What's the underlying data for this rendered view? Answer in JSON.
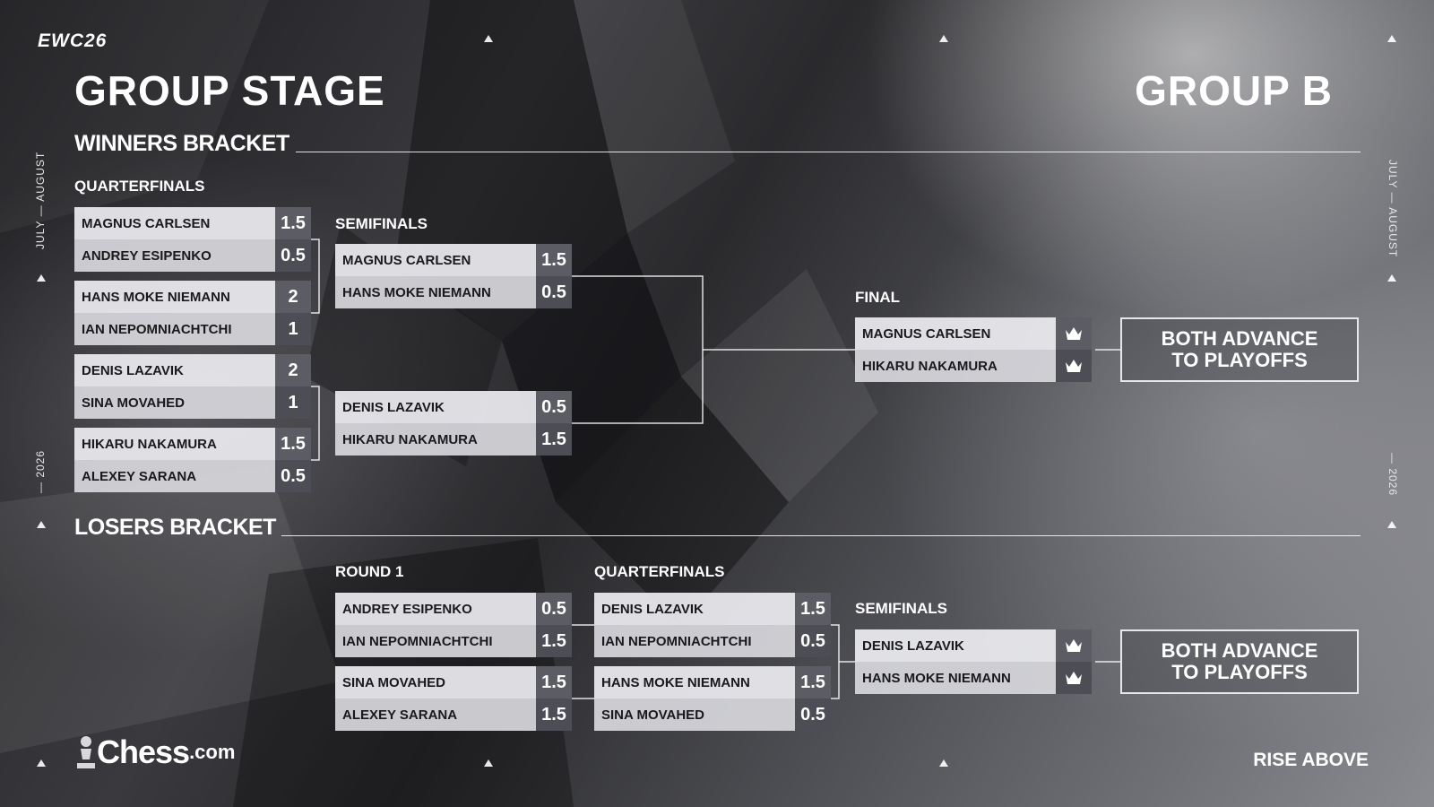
{
  "brand": "EWC26",
  "title": "GROUP STAGE",
  "group": "GROUP B",
  "side_dates": {
    "months": "JULY — AUGUST",
    "year": "— 2026"
  },
  "winners": {
    "title": "WINNERS BRACKET",
    "quarterfinals": {
      "label": "QUARTERFINALS",
      "matches": [
        {
          "players": [
            {
              "name": "MAGNUS CARLSEN",
              "score": "1.5"
            },
            {
              "name": "ANDREY ESIPENKO",
              "score": "0.5"
            }
          ]
        },
        {
          "players": [
            {
              "name": "HANS MOKE NIEMANN",
              "score": "2"
            },
            {
              "name": "IAN NEPOMNIACHTCHI",
              "score": "1"
            }
          ]
        },
        {
          "players": [
            {
              "name": "DENIS LAZAVIK",
              "score": "2"
            },
            {
              "name": "SINA MOVAHED",
              "score": "1"
            }
          ]
        },
        {
          "players": [
            {
              "name": "HIKARU NAKAMURA",
              "score": "1.5"
            },
            {
              "name": "ALEXEY SARANA",
              "score": "0.5"
            }
          ]
        }
      ]
    },
    "semifinals": {
      "label": "SEMIFINALS",
      "matches": [
        {
          "players": [
            {
              "name": "MAGNUS CARLSEN",
              "score": "1.5"
            },
            {
              "name": "HANS MOKE NIEMANN",
              "score": "0.5"
            }
          ]
        },
        {
          "players": [
            {
              "name": "DENIS LAZAVIK",
              "score": "0.5"
            },
            {
              "name": "HIKARU NAKAMURA",
              "score": "1.5"
            }
          ]
        }
      ]
    },
    "final": {
      "label": "FINAL",
      "players": [
        {
          "name": "MAGNUS CARLSEN",
          "icon": "crown-icon"
        },
        {
          "name": "HIKARU NAKAMURA",
          "icon": "crown-icon"
        }
      ]
    },
    "advance": {
      "line1": "BOTH ADVANCE",
      "line2": "TO PLAYOFFS"
    }
  },
  "losers": {
    "title": "LOSERS BRACKET",
    "round1": {
      "label": "ROUND 1",
      "matches": [
        {
          "players": [
            {
              "name": "ANDREY ESIPENKO",
              "score": "0.5"
            },
            {
              "name": "IAN NEPOMNIACHTCHI",
              "score": "1.5"
            }
          ]
        },
        {
          "players": [
            {
              "name": "SINA MOVAHED",
              "score": "1.5"
            },
            {
              "name": "ALEXEY SARANA",
              "score": "1.5"
            }
          ]
        }
      ]
    },
    "quarterfinals": {
      "label": "QUARTERFINALS",
      "matches": [
        {
          "players": [
            {
              "name": "DENIS LAZAVIK",
              "score": "1.5"
            },
            {
              "name": "IAN NEPOMNIACHTCHI",
              "score": "0.5"
            }
          ]
        },
        {
          "players": [
            {
              "name": "HANS MOKE NIEMANN",
              "score": "1.5"
            },
            {
              "name": "SINA MOVAHED",
              "score": "0.5"
            }
          ]
        }
      ]
    },
    "semifinals": {
      "label": "SEMIFINALS",
      "players": [
        {
          "name": "DENIS LAZAVIK",
          "icon": "crown-icon"
        },
        {
          "name": "HANS MOKE NIEMANN",
          "icon": "crown-icon"
        }
      ]
    },
    "advance": {
      "line1": "BOTH ADVANCE",
      "line2": "TO PLAYOFFS"
    }
  },
  "footer": {
    "logo_text": "Chess",
    "logo_suffix": ".com",
    "tagline": "RISE ABOVE"
  },
  "colors": {
    "score_bg": "#5b5c64",
    "name_bg": "#ececf0",
    "text_light": "#ffffff",
    "text_dark": "#1a1a1c"
  }
}
